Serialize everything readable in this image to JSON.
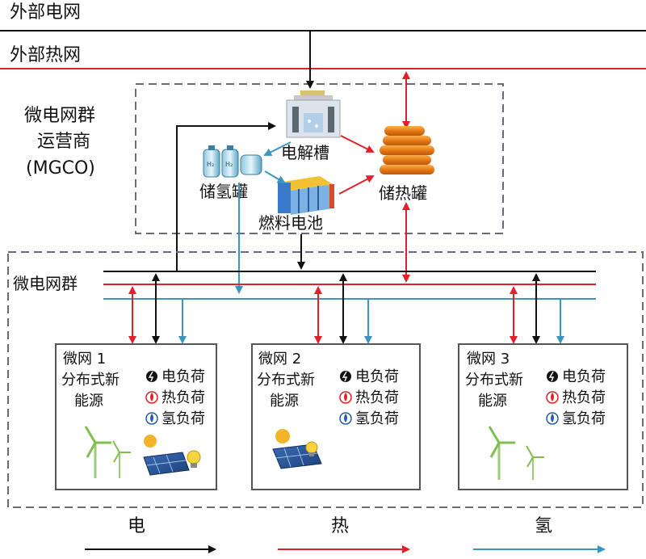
{
  "grids": {
    "external_power": "外部电网",
    "external_heat": "外部热网"
  },
  "operator": {
    "line1": "微电网群",
    "line2": "运营商",
    "line3": "(MGCO)"
  },
  "devices": {
    "electrolyzer": "电解槽",
    "hydrogen_tank": "储氢罐",
    "fuel_cell": "燃料电池",
    "heat_storage": "储热罐"
  },
  "cluster": {
    "label": "微电网群"
  },
  "microgrids": [
    {
      "title": "微网 1",
      "source_line1": "分布式新",
      "source_line2": "能源",
      "loads": [
        "电负荷",
        "热负荷",
        "氢负荷"
      ]
    },
    {
      "title": "微网 2",
      "source_line1": "分布式新",
      "source_line2": "能源",
      "loads": [
        "电负荷",
        "热负荷",
        "氢负荷"
      ]
    },
    {
      "title": "微网 3",
      "source_line1": "分布式新",
      "source_line2": "能源",
      "loads": [
        "电负荷",
        "热负荷",
        "氢负荷"
      ]
    }
  ],
  "legend": {
    "electricity": "电",
    "heat": "热",
    "hydrogen": "氢"
  },
  "colors": {
    "electricity": "#111111",
    "heat": "#e0202a",
    "hydrogen": "#3a96c0",
    "dashed_box": "#6a6a78"
  }
}
